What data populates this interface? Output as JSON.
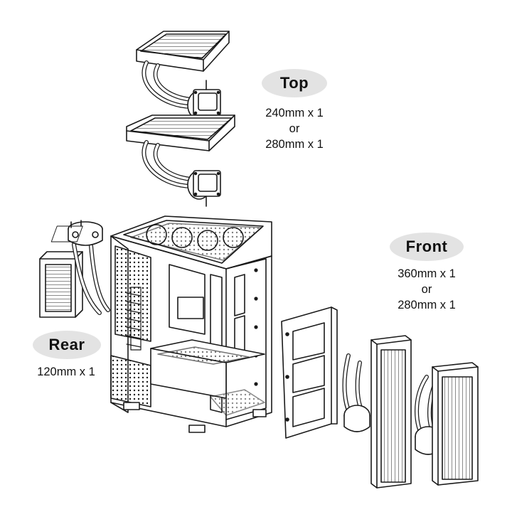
{
  "callouts": {
    "top": {
      "label": "Top",
      "lines": [
        "240mm x 1",
        "or",
        "280mm x 1"
      ]
    },
    "front": {
      "label": "Front",
      "lines": [
        "360mm x 1",
        "or",
        "280mm x 1"
      ]
    },
    "rear": {
      "label": "Rear",
      "lines": [
        "120mm x 1"
      ]
    }
  }
}
